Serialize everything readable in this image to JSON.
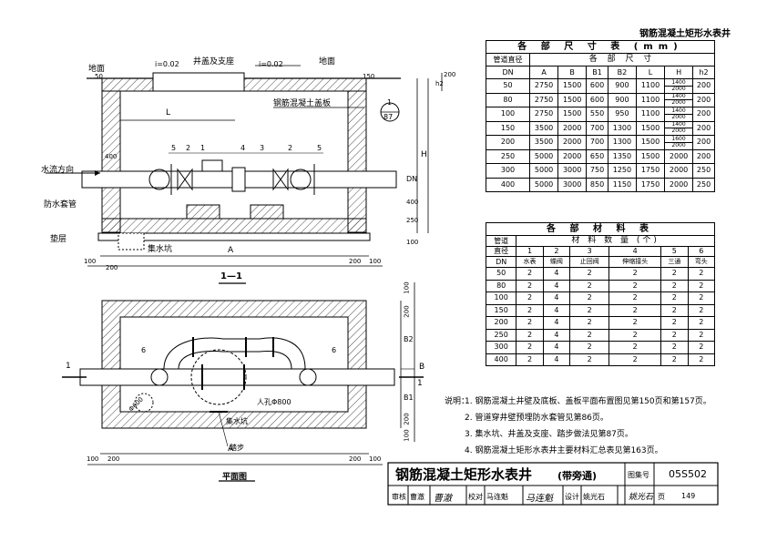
{
  "corner_title": "钢筋混凝土矩形水表井",
  "section": {
    "label": "1—1",
    "ground_left": "地面",
    "ground_right": "地面",
    "slope_left": "i=0.02",
    "slope_right": "i=0.02",
    "cover_label": "井盖及支座",
    "slab_label": "钢筋混凝土盖板",
    "flow_label": "水流方向",
    "sleeve_label": "防水套管",
    "pad_label": "垫层",
    "sump_label": "集水坑",
    "detail_top": "1",
    "detail_bottom": "87",
    "dim_A": "A",
    "dim_H": "H",
    "dim_L": "L",
    "dim_DN": "DN",
    "dim_h2": "h2",
    "dims": [
      "50",
      "150",
      "200",
      "400",
      "400",
      "250",
      "100",
      "100",
      "200",
      "200",
      "100"
    ],
    "markers": [
      "5",
      "2",
      "1",
      "4",
      "3",
      "2",
      "5"
    ]
  },
  "plan": {
    "label": "平面图",
    "sump_label": "集水坑",
    "hole_label": "人孔Φ800",
    "step_label": "踏步",
    "sump_dim": "Φ600",
    "dim_A": "A",
    "dim_B": "B",
    "dim_B1": "B1",
    "dim_B2": "B2",
    "cut_mark": "1",
    "markers": [
      "6",
      "6"
    ],
    "dims": [
      "100",
      "200",
      "200",
      "100",
      "100",
      "200",
      "200",
      "100"
    ]
  },
  "table1": {
    "title": "各 部 尺 寸 表 (mm)",
    "head1": "管道直径",
    "head_group": "各 部 尺 寸",
    "headers": [
      "DN",
      "A",
      "B",
      "B1",
      "B2",
      "L",
      "H",
      "h2"
    ],
    "rows": [
      [
        "50",
        "2750",
        "1500",
        "600",
        "900",
        "1100",
        [
          "1400",
          "2000"
        ],
        "200"
      ],
      [
        "80",
        "2750",
        "1500",
        "600",
        "900",
        "1100",
        [
          "1400",
          "2000"
        ],
        "200"
      ],
      [
        "100",
        "2750",
        "1500",
        "550",
        "950",
        "1100",
        [
          "1400",
          "2000"
        ],
        "200"
      ],
      [
        "150",
        "3500",
        "2000",
        "700",
        "1300",
        "1500",
        [
          "1400",
          "2000"
        ],
        "200"
      ],
      [
        "200",
        "3500",
        "2000",
        "700",
        "1300",
        "1500",
        [
          "1600",
          "2000"
        ],
        "200"
      ],
      [
        "250",
        "5000",
        "2000",
        "650",
        "1350",
        "1500",
        "2000",
        "200"
      ],
      [
        "300",
        "5000",
        "3000",
        "750",
        "1250",
        "1750",
        "2000",
        "250"
      ],
      [
        "400",
        "5000",
        "3000",
        "850",
        "1150",
        "1750",
        "2000",
        "250"
      ]
    ]
  },
  "table2": {
    "title": "各 部 材 料 表",
    "head1": "管道",
    "head2": "直径",
    "head_group": "材 料 数 量 (个)",
    "nums": [
      "1",
      "2",
      "3",
      "4",
      "5",
      "6"
    ],
    "dn": "DN",
    "names": [
      "水表",
      "蝶阀",
      "止回阀",
      "伸缩接头",
      "三通",
      "弯头"
    ],
    "rows": [
      [
        "50",
        "2",
        "4",
        "2",
        "2",
        "2",
        "2"
      ],
      [
        "80",
        "2",
        "4",
        "2",
        "2",
        "2",
        "2"
      ],
      [
        "100",
        "2",
        "4",
        "2",
        "2",
        "2",
        "2"
      ],
      [
        "150",
        "2",
        "4",
        "2",
        "2",
        "2",
        "2"
      ],
      [
        "200",
        "2",
        "4",
        "2",
        "2",
        "2",
        "2"
      ],
      [
        "250",
        "2",
        "4",
        "2",
        "2",
        "2",
        "2"
      ],
      [
        "300",
        "2",
        "4",
        "2",
        "2",
        "2",
        "2"
      ],
      [
        "400",
        "2",
        "4",
        "2",
        "2",
        "2",
        "2"
      ]
    ]
  },
  "notes": {
    "label": "说明：",
    "items": [
      "1. 钢筋混凝土井壁及底板、盖板平面布置图见第150页和第157页。",
      "2. 管道穿井壁预埋防水套管见第86页。",
      "3. 集水坑、井盖及支座、踏步做法见第87页。",
      "4. 钢筋混凝土矩形水表井主要材料汇总表见第163页。"
    ]
  },
  "titleblock": {
    "title": "钢筋混凝土矩形水表井",
    "subtitle": "(带旁通)",
    "atlas_label": "图集号",
    "atlas_no": "05S502",
    "review_label": "审核",
    "review_name": "曹澈",
    "review_sign": "曹澈",
    "check_label": "校对",
    "check_name": "马连魁",
    "check_sign": "马连魁",
    "design_label": "设计",
    "design_name": "姚光石",
    "design_sign": "姚光石",
    "page_label": "页",
    "page_no": "149"
  }
}
